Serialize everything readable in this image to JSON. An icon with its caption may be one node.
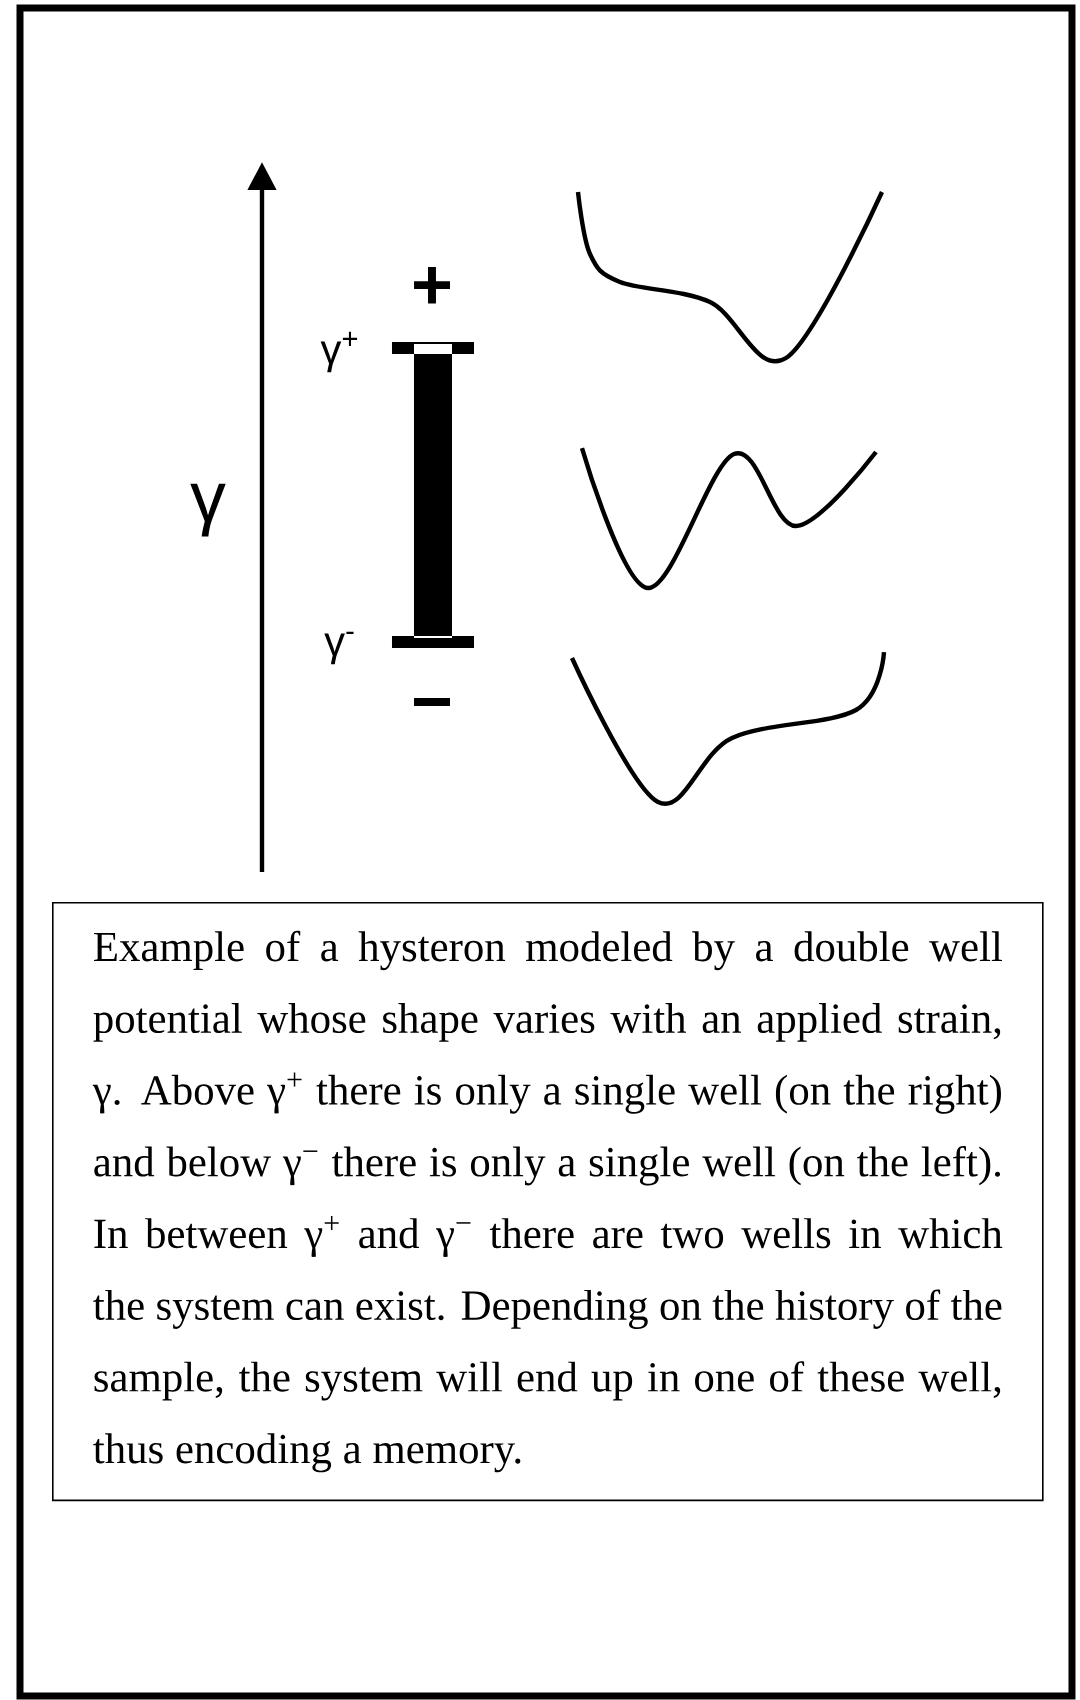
{
  "diagram": {
    "nodes": [
      {
        "text": [
          "Example of a hysteron modeled by a double well potential whose shape varies with an applied strain, γ. Above  γ$^{+}$ there is only a single well (on the right) and below γ$^{−}$ there is only a single well (on the left). In between γ$^{+}$ and γ$^{−}$ there are two wells in which the system can exist.  Depending on the history of the sample, the system will end up in one of these well, thus encoding a memory."
        ]
      }
    ],
    "labels": [
      "+",
      "γ$^{+}$",
      "γ",
      "γ$^{-}$",
      "−"
    ]
  }
}
